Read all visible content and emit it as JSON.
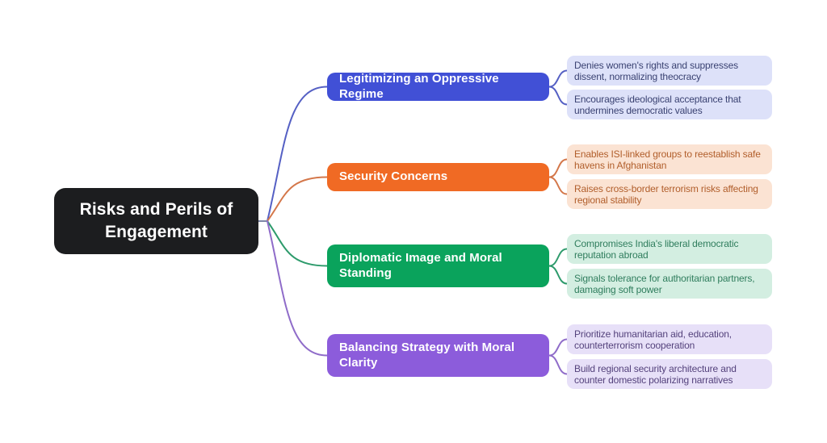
{
  "canvas": {
    "background": "#ffffff"
  },
  "root": {
    "label": "Risks and Perils of Engagement",
    "bg": "#1C1D1F",
    "text_color": "#ffffff"
  },
  "connector_stub_color": "#7E86A6",
  "branches": [
    {
      "id": "legitimizing",
      "label": "Legitimizing an Oppressive Regime",
      "color": "#4150D6",
      "line_color": "#5560C4",
      "leaf_bg": "#DDE1F9",
      "leaf_text_color": "#3A4272",
      "leaves": [
        "Denies women's rights and suppresses dissent, normalizing theocracy",
        "Encourages ideological acceptance that undermines democratic values"
      ]
    },
    {
      "id": "security",
      "label": "Security Concerns",
      "color": "#F06A24",
      "line_color": "#D4774A",
      "leaf_bg": "#FBE3D3",
      "leaf_text_color": "#B15E2B",
      "leaves": [
        "Enables ISI-linked groups to reestablish safe havens in Afghanistan",
        "Raises cross-border terrorism risks affecting regional stability"
      ]
    },
    {
      "id": "diplomatic",
      "label": "Diplomatic Image and Moral\nStanding",
      "color": "#0AA35C",
      "line_color": "#2E9B6C",
      "leaf_bg": "#D3EEE1",
      "leaf_text_color": "#2F7D5D",
      "leaves": [
        "Compromises India's liberal democratic reputation abroad",
        "Signals tolerance for authoritarian partners, damaging soft power"
      ]
    },
    {
      "id": "balancing",
      "label": "Balancing Strategy with Moral\nClarity",
      "color": "#8C5CDB",
      "line_color": "#8F6CC9",
      "leaf_bg": "#E7E0F8",
      "leaf_text_color": "#54427C",
      "leaves": [
        "Prioritize humanitarian aid, education, counterterrorism cooperation",
        "Build regional security architecture and counter domestic polarizing narratives"
      ]
    }
  ]
}
